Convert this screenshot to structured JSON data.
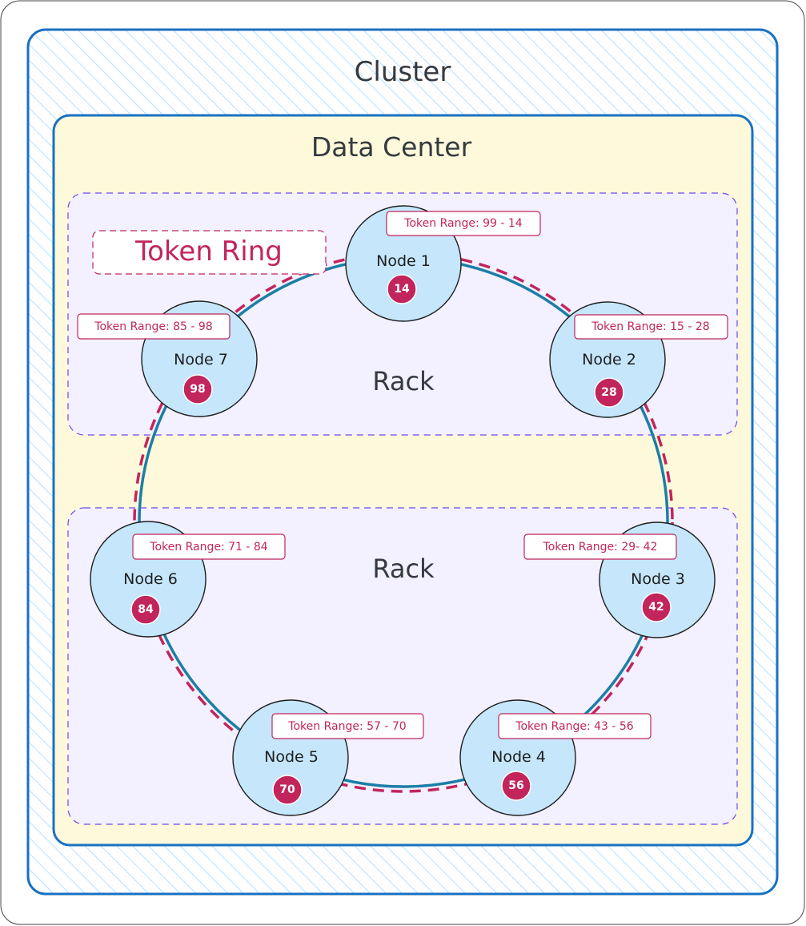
{
  "cluster": {
    "label": "Cluster"
  },
  "data_center": {
    "label": "Data Center"
  },
  "racks": [
    {
      "label": "Rack"
    },
    {
      "label": "Rack"
    }
  ],
  "token_ring": {
    "label": "Token Ring"
  },
  "nodes": [
    {
      "label": "Node 1",
      "token": "14",
      "range": "Token Range: 99 - 14"
    },
    {
      "label": "Node 2",
      "token": "28",
      "range": "Token Range: 15 - 28"
    },
    {
      "label": "Node 3",
      "token": "42",
      "range": "Token Range: 29- 42"
    },
    {
      "label": "Node 4",
      "token": "56",
      "range": "Token Range: 43 - 56"
    },
    {
      "label": "Node 5",
      "token": "70",
      "range": "Token Range: 57 - 70"
    },
    {
      "label": "Node 6",
      "token": "84",
      "range": "Token Range: 71 - 84"
    },
    {
      "label": "Node 7",
      "token": "98",
      "range": "Token Range: 85 - 98"
    }
  ],
  "colors": {
    "cluster_border": "#1971c2",
    "cluster_hatch": "#a5d8ff",
    "data_center_fill": "#fff9db",
    "rack_fill": "#f3f0ff",
    "rack_border": "#7048e8",
    "ring_stroke": "#1c7ea6",
    "token_ring_dashed": "#c2255c",
    "node_fill": "#c5e6fb",
    "token_badge": "#c2255c"
  }
}
